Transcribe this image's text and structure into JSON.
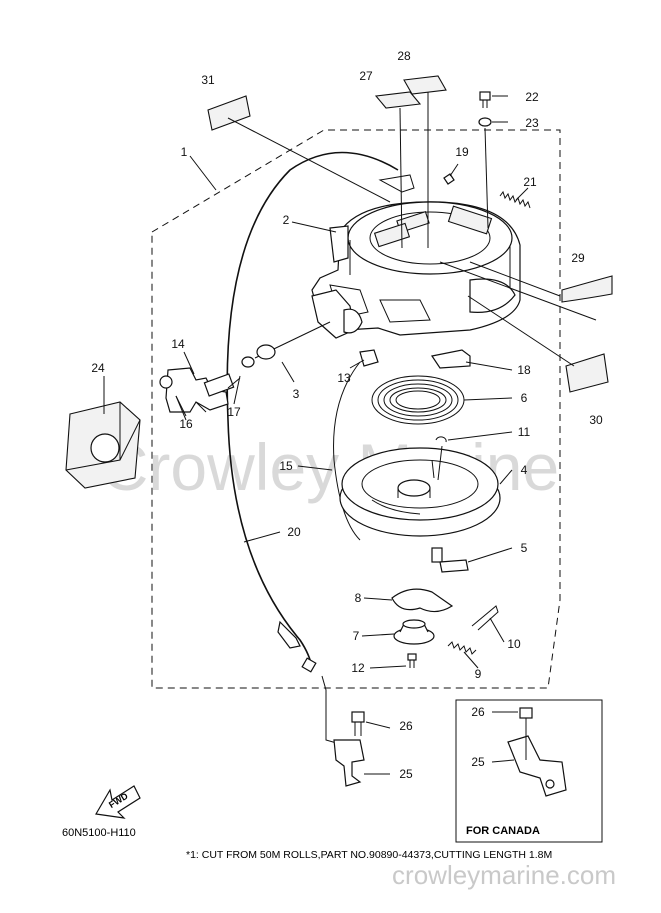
{
  "figure_code": "60N5100-H110",
  "footnote": "*1: CUT FROM 50M ROLLS,PART NO.90890-44373,CUTTING LENGTH 1.8M",
  "inset_label": "FOR CANADA",
  "watermark_center": "Crowley Marine",
  "watermark_footer": "crowleymarine.com",
  "fwd_label": "FWD",
  "callouts": {
    "n1": "1",
    "n2": "2",
    "n3": "3",
    "n4": "4",
    "n5": "5",
    "n6": "6",
    "n7": "7",
    "n8": "8",
    "n9": "9",
    "n10": "10",
    "n11": "11",
    "n12": "12",
    "n13": "13",
    "n14": "14",
    "n15": "15",
    "n16": "16",
    "n17": "17",
    "n18": "18",
    "n19": "19",
    "n20": "20",
    "n21": "21",
    "n22": "22",
    "n23": "23",
    "n24": "24",
    "n25": "25",
    "n26": "26",
    "n27": "27",
    "n28": "28",
    "n29": "29",
    "n30": "30",
    "n31": "31",
    "inset25": "25",
    "inset26": "26"
  }
}
